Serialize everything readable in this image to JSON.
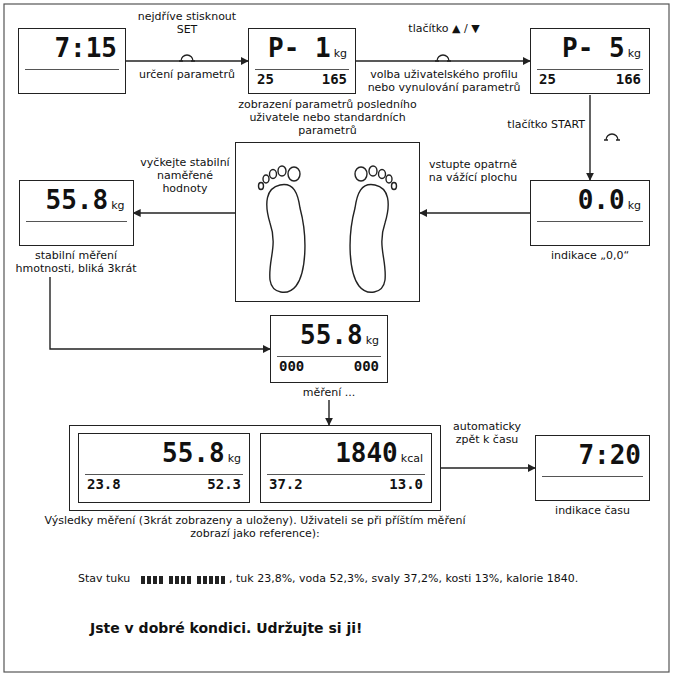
{
  "diagram": {
    "nodes": [
      {
        "text": [
          "7:15"
        ]
      },
      {
        "text": [
          "P- 1",
          "kg",
          "25",
          "165"
        ]
      },
      {
        "text": [
          "P- 5",
          "kg",
          "25",
          "166"
        ]
      },
      {
        "text": [
          "55.8",
          "kg",
          "stabilní měření hmotnosti, bliká 3krát"
        ]
      },
      {
        "text": [
          "zobrazení parametrů posledního uživatele nebo standardních parametrů"
        ]
      },
      {
        "text": [
          "0.0",
          "kg",
          "indikace „0,0“"
        ]
      },
      {
        "text": [
          "55.8",
          "kg",
          "000",
          "000",
          "měření ..."
        ]
      },
      {
        "text": [
          "Výsledky měření (3krát zobrazeny a uloženy). Uživateli se při příštím měření zobrazí jako reference):"
        ]
      },
      {
        "text": [
          "55.8",
          "kg",
          "23.8",
          "52.3"
        ],
        "in": 7
      },
      {
        "text": [
          "1840",
          "kcal",
          "37.2",
          "13.0"
        ],
        "in": 7
      },
      {
        "text": [
          "7:20",
          "indikace času"
        ]
      }
    ],
    "edges": [
      {
        "from": 0,
        "to": 1,
        "label": "nejdříve stisknout SET",
        "arrow": "to"
      },
      {
        "from": 1,
        "to": 2,
        "label": "tlačítko ▲ / ▼",
        "arrow": "to"
      },
      {
        "from": 2,
        "to": 5,
        "label": "tlačítko START",
        "arrow": "to"
      },
      {
        "from": 5,
        "to": 4,
        "label": "vstupte opatrně na vážící plochu",
        "arrow": "to"
      },
      {
        "from": 4,
        "to": 3,
        "label": "vyčkejte stabilní naměřené hodnoty",
        "arrow": "to"
      },
      {
        "from": 3,
        "to": 6,
        "arrow": "to"
      },
      {
        "from": 6,
        "to": 7,
        "arrow": "to"
      },
      {
        "from": 7,
        "to": 10,
        "label": "automaticky zpět k času",
        "arrow": "to"
      }
    ],
    "labels": [
      "určení parametrů",
      "volba uživatelského profilu nebo vynulování parametrů",
      "Stav tuku",
      ", tuk 23,8%, voda 52,3%, svaly 37,2%, kosti 13%, kalorie 1840.",
      "Jste v dobré kondici. Udržujte si ji!"
    ]
  }
}
